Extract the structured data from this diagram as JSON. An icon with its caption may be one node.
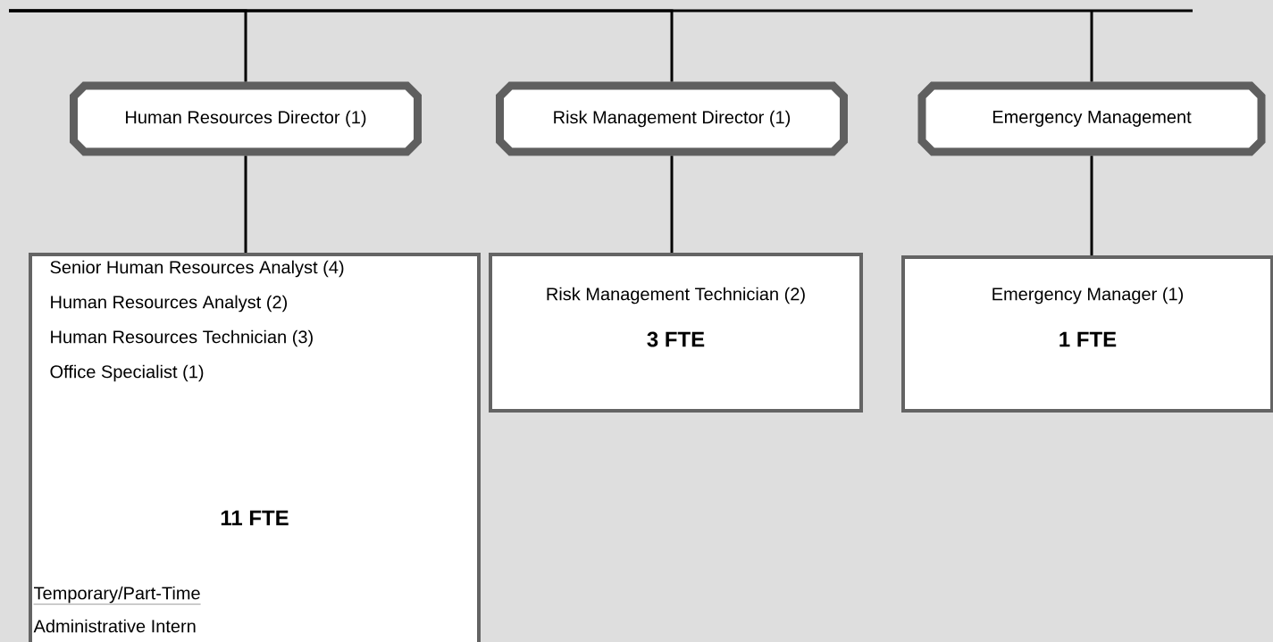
{
  "diagram": {
    "nodes": [
      {
        "text": [
          "Human Resources Director (1)"
        ]
      },
      {
        "text": [
          "Risk Management Director (1)"
        ]
      },
      {
        "text": [
          "Emergency Management"
        ]
      },
      {
        "text": [
          "Senior Human Resources Analyst (4)",
          "Human Resources Analyst (2)",
          "Human Resources Technician (3)",
          "Office Specialist (1)",
          "11 FTE",
          "Temporary/Part-Time",
          "Administrative Intern"
        ]
      },
      {
        "text": [
          "Risk Management Technician (2)",
          "3 FTE"
        ]
      },
      {
        "text": [
          "Emergency Manager (1)",
          "1 FTE"
        ]
      }
    ],
    "edges": [
      {
        "from": null,
        "to": 0,
        "arrow": "none"
      },
      {
        "from": null,
        "to": 1,
        "arrow": "none"
      },
      {
        "from": null,
        "to": 2,
        "arrow": "none"
      },
      {
        "from": 0,
        "to": 3,
        "arrow": "none"
      },
      {
        "from": 1,
        "to": 4,
        "arrow": "none"
      },
      {
        "from": 2,
        "to": 5,
        "arrow": "none"
      }
    ]
  }
}
